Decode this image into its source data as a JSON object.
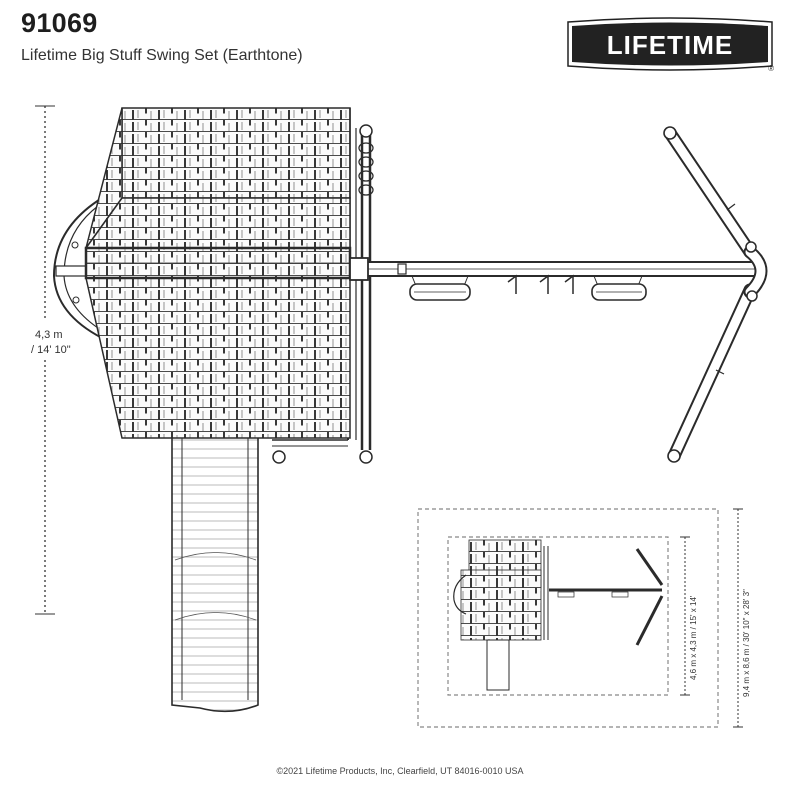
{
  "header": {
    "model_number": "91069",
    "product_name": "Lifetime Big Stuff Swing Set (Earthtone)"
  },
  "logo": {
    "text": "LIFETIME",
    "registered_mark": "®"
  },
  "dimensions": {
    "height_metric": "4,3 m",
    "height_imperial": "/ 14' 10\"",
    "play_area_label": "9,4 m x 8,6 m / 30' 10\" x 28' 3\"",
    "footprint_label": "4,6 m x 4,3 m / 15' x 14'"
  },
  "footer": {
    "copyright": "©2021 Lifetime Products, Inc, Clearfield, UT 84016-0010 USA"
  },
  "colors": {
    "line": "#2b2b2b",
    "logo_bg": "#222222",
    "dash": "#777777"
  }
}
